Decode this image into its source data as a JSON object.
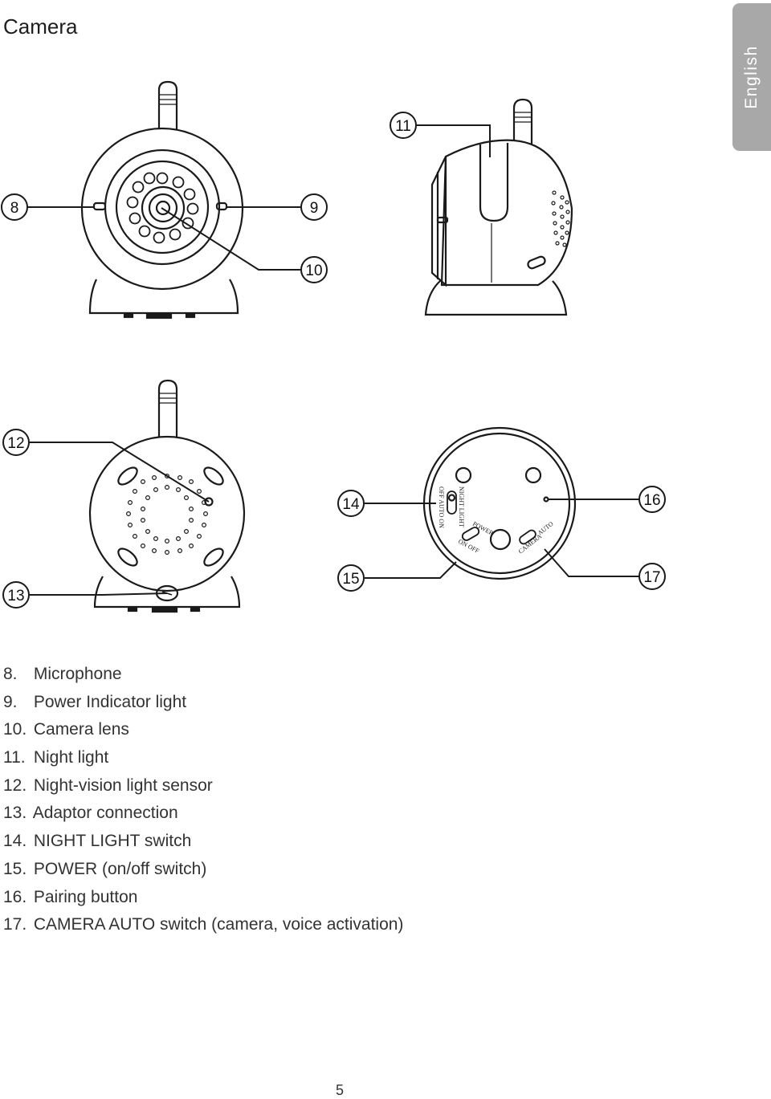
{
  "header": {
    "title": "Camera",
    "language_tab": "English"
  },
  "callouts": {
    "c8": "8",
    "c9": "9",
    "c10": "10",
    "c11": "11",
    "c12": "12",
    "c13": "13",
    "c14": "14",
    "c15": "15",
    "c16": "16",
    "c17": "17"
  },
  "switch_labels": {
    "night_light": "NIGHT LIGHT",
    "night_light_positions": "OFF AUTO ON",
    "power": "POWER",
    "power_positions": "ON OFF",
    "camera": "CAMERA",
    "auto": "AUTO"
  },
  "legend": [
    {
      "num": "8.",
      "label": "Microphone"
    },
    {
      "num": "9.",
      "label": "Power Indicator light"
    },
    {
      "num": "10.",
      "label": "Camera lens"
    },
    {
      "num": "11.",
      "label": "Night light"
    },
    {
      "num": "12.",
      "label": "Night-vision light sensor"
    },
    {
      "num": "13.",
      "label": "Adaptor connection"
    },
    {
      "num": "14.",
      "label": "NIGHT LIGHT switch"
    },
    {
      "num": "15.",
      "label": "POWER (on/off switch)"
    },
    {
      "num": "16.",
      "label": "Pairing button"
    },
    {
      "num": "17.",
      "label": "CAMERA AUTO switch (camera, voice activation)"
    }
  ],
  "footer": {
    "page_number": "5"
  }
}
